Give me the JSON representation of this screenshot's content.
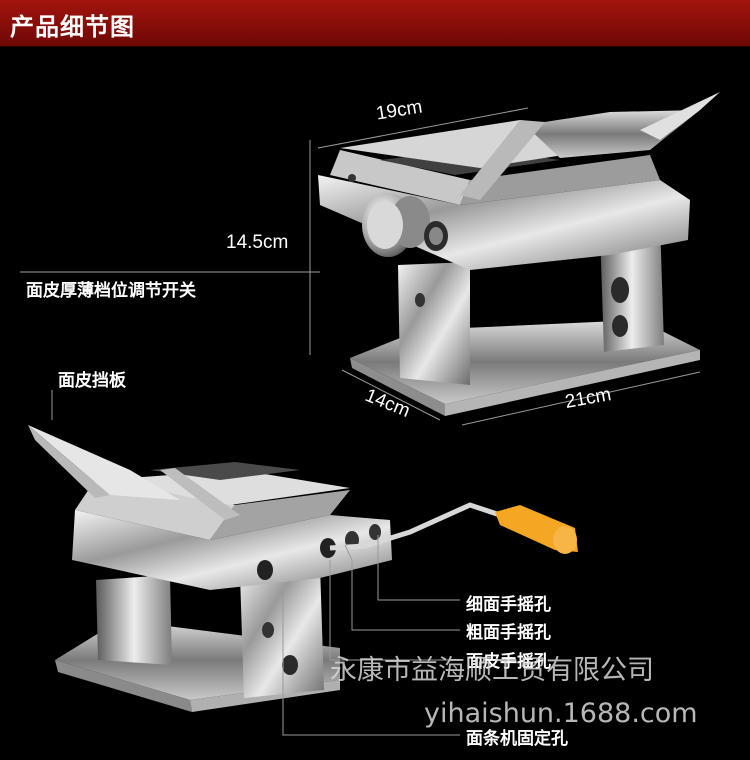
{
  "header": {
    "title": "产品细节图"
  },
  "dimensions": {
    "width": "19cm",
    "height": "14.5cm",
    "depth": "14cm",
    "length": "21cm"
  },
  "labels": {
    "thickness_switch": "面皮厚薄档位调节开关",
    "sheet_guard": "面皮挡板",
    "thin_noodle_hole": "细面手摇孔",
    "thick_noodle_hole": "粗面手摇孔",
    "sheet_hole": "面皮手摇孔",
    "mount_hole": "面条机固定孔"
  },
  "watermark": {
    "company": "永康市益海顺工贸有限公司",
    "site": "yihaishun.1688.com"
  },
  "colors": {
    "header": "#8b0e0a",
    "background": "#000000",
    "handle_grip": "#f5a623"
  }
}
